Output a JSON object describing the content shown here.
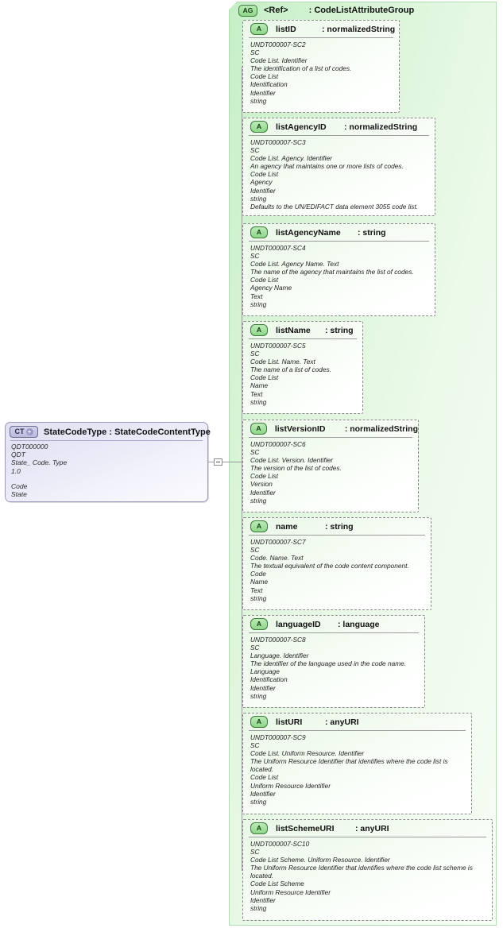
{
  "diagram": {
    "kind": "xsd-schema-diagram",
    "background": "#ffffff",
    "colors": {
      "attribute_group_fill": "#d8f4d6",
      "attribute_box_fill": "#eef9ec",
      "complex_type_fill": "#e6e6f6",
      "badge_green": "#8fd68c",
      "badge_purple": "#babadf",
      "connector_line": "#9a9a9a"
    }
  },
  "complex_type": {
    "badge": "CT",
    "expander": "+",
    "name": "StateCodeType",
    "separator": ":",
    "base_type": "StateCodeContentType",
    "annotation_lines": [
      "QDT000000",
      "QDT",
      "State_ Code. Type",
      "1.0",
      "",
      "Code",
      "State"
    ]
  },
  "connector": {
    "glyph": "minus-box",
    "state": "expanded"
  },
  "attribute_group": {
    "badge": "AG",
    "ref_label": "<Ref>",
    "separator": ":",
    "name": "CodeListAttributeGroup"
  },
  "attributes": [
    {
      "badge": "A",
      "name": "listID",
      "separator": ":",
      "type": "normalizedString",
      "annotation_lines": [
        "UNDT000007-SC2",
        "SC",
        "Code List. Identifier",
        "The identification of a list of codes.",
        "Code List",
        "Identification",
        "Identifier",
        "string"
      ]
    },
    {
      "badge": "A",
      "name": "listAgencyID",
      "separator": ":",
      "type": "normalizedString",
      "annotation_lines": [
        "UNDT000007-SC3",
        "SC",
        "Code List. Agency. Identifier",
        "An agency that maintains one or more lists of codes.",
        "Code List",
        "Agency",
        "Identifier",
        "string",
        "Defaults to the UN/EDIFACT data element 3055 code list."
      ]
    },
    {
      "badge": "A",
      "name": "listAgencyName",
      "separator": ":",
      "type": "string",
      "annotation_lines": [
        "UNDT000007-SC4",
        "SC",
        "Code List. Agency Name. Text",
        "The name of the agency that maintains the list of codes.",
        "Code List",
        "Agency Name",
        "Text",
        "string"
      ]
    },
    {
      "badge": "A",
      "name": "listName",
      "separator": ":",
      "type": "string",
      "annotation_lines": [
        "UNDT000007-SC5",
        "SC",
        "Code List. Name. Text",
        "The name of a list of codes.",
        "Code List",
        "Name",
        "Text",
        "string"
      ]
    },
    {
      "badge": "A",
      "name": "listVersionID",
      "separator": ":",
      "type": "normalizedString",
      "annotation_lines": [
        "UNDT000007-SC6",
        "SC",
        "Code List. Version. Identifier",
        "The version of the list of codes.",
        "Code List",
        "Version",
        "Identifier",
        "string"
      ]
    },
    {
      "badge": "A",
      "name": "name",
      "separator": ":",
      "type": "string",
      "annotation_lines": [
        "UNDT000007-SC7",
        "SC",
        "Code. Name. Text",
        "The textual equivalent of the code content component.",
        "Code",
        "Name",
        "Text",
        "string"
      ]
    },
    {
      "badge": "A",
      "name": "languageID",
      "separator": ":",
      "type": "language",
      "annotation_lines": [
        "UNDT000007-SC8",
        "SC",
        "Language. Identifier",
        "The identifier of the language used in the code name.",
        "Language",
        "Identification",
        "Identifier",
        "string"
      ]
    },
    {
      "badge": "A",
      "name": "listURI",
      "separator": ":",
      "type": "anyURI",
      "annotation_lines": [
        "UNDT000007-SC9",
        "SC",
        "Code List. Uniform Resource. Identifier",
        "The Uniform Resource Identifier that identifies where the code list is located.",
        "Code List",
        "Uniform Resource Identifier",
        "Identifier",
        "string"
      ]
    },
    {
      "badge": "A",
      "name": "listSchemeURI",
      "separator": ":",
      "type": "anyURI",
      "annotation_lines": [
        "UNDT000007-SC10",
        "SC",
        "Code List Scheme. Uniform Resource. Identifier",
        "The Uniform Resource Identifier that identifies where the code list scheme is located.",
        "Code List Scheme",
        "Uniform Resource Identifier",
        "Identifier",
        "string"
      ]
    }
  ]
}
